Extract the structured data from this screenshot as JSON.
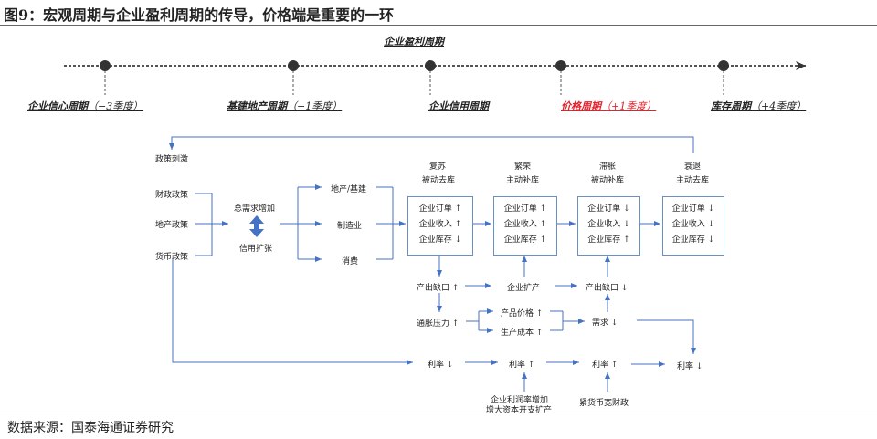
{
  "title": "图9：宏观周期与企业盈利周期的传导，价格端是重要的一环",
  "source": "数据来源：国泰海通证券研究",
  "timeline": {
    "label": "企业盈利周期",
    "cycles": [
      {
        "name": "企业信心周期",
        "lag": "（−3季度）"
      },
      {
        "name": "基建地产周期",
        "lag": "（−1季度）"
      },
      {
        "name": "企业信用周期",
        "lag": ""
      },
      {
        "name": "价格周期",
        "lag": "（+1季度）"
      },
      {
        "name": "库存周期",
        "lag": "（+4季度）"
      }
    ]
  },
  "policy": {
    "header": "政策刺激",
    "items": [
      "财政政策",
      "地产政策",
      "货币政策"
    ]
  },
  "demand": {
    "top": "总需求增加",
    "bottom": "信用扩张"
  },
  "sectors": [
    "地产/基建",
    "制造业",
    "消费"
  ],
  "phases": [
    {
      "name": "复苏",
      "state": "被动去库",
      "lines": [
        "企业订单 ↑",
        "企业收入 ↑",
        "企业库存 ↓"
      ]
    },
    {
      "name": "繁荣",
      "state": "主动补库",
      "lines": [
        "企业订单 ↑",
        "企业收入 ↑",
        "企业库存 ↑"
      ]
    },
    {
      "name": "滞胀",
      "state": "被动补库",
      "lines": [
        "企业订单 ↓",
        "企业收入 ↓",
        "企业库存 ↑"
      ]
    },
    {
      "name": "衰退",
      "state": "主动去库",
      "lines": [
        "企业订单 ↓",
        "企业收入 ↓",
        "企业库存 ↓"
      ]
    }
  ],
  "flow": {
    "shortage_up": "产出缺口 ↑",
    "expansion": "企业扩产",
    "shortage_down": "产出缺口 ↓",
    "inflation": "通胀压力 ↑",
    "price": "产品价格 ↑",
    "cost": "生产成本 ↑",
    "demand_down": "需求 ↓",
    "rate1": "利率 ↓",
    "rate2": "利率 ↑",
    "rate3": "利率 ↑",
    "rate4": "利率 ↓",
    "profit1": "企业利润率增加",
    "profit2": "增大资本开支扩产",
    "tight": "紧货币宽财政"
  }
}
